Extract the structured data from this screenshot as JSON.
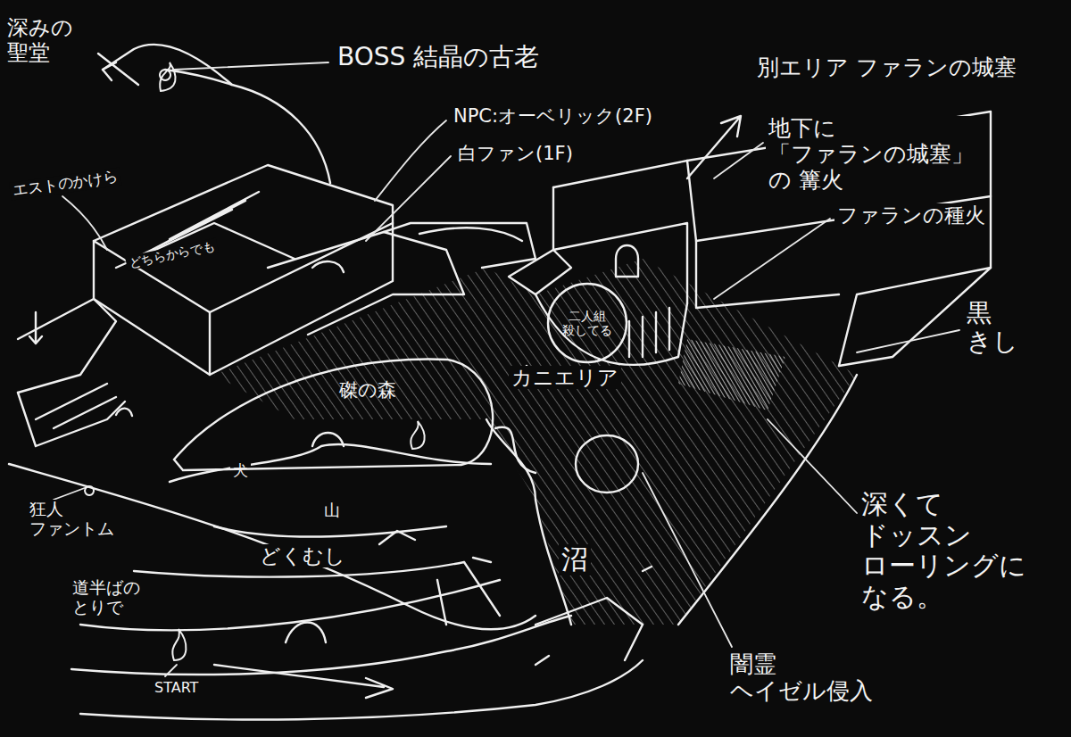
{
  "diagram": {
    "nodes": [
      {
        "text": [
          "磔の森"
        ]
      },
      {
        "text": [
          "二人組 殺してる"
        ]
      }
    ],
    "labels": [
      "深みの 聖堂",
      "BOSS 結晶の古老",
      "別エリア ファランの城塞",
      "NPC:オーベリック(2F)",
      "白ファン(1F)",
      "地下に「ファランの城塞」の 篝火",
      "ファランの種火",
      "エストのかけら",
      "どちらからでも",
      "黒 きし",
      "カニエリア",
      "犬",
      "山",
      "どくむし",
      "沼",
      "狂人 ファントム",
      "道半ばの とりで",
      "START",
      "深くて ドッスン ローリングに なる。",
      "闇霊 ヘイゼル侵入"
    ]
  }
}
